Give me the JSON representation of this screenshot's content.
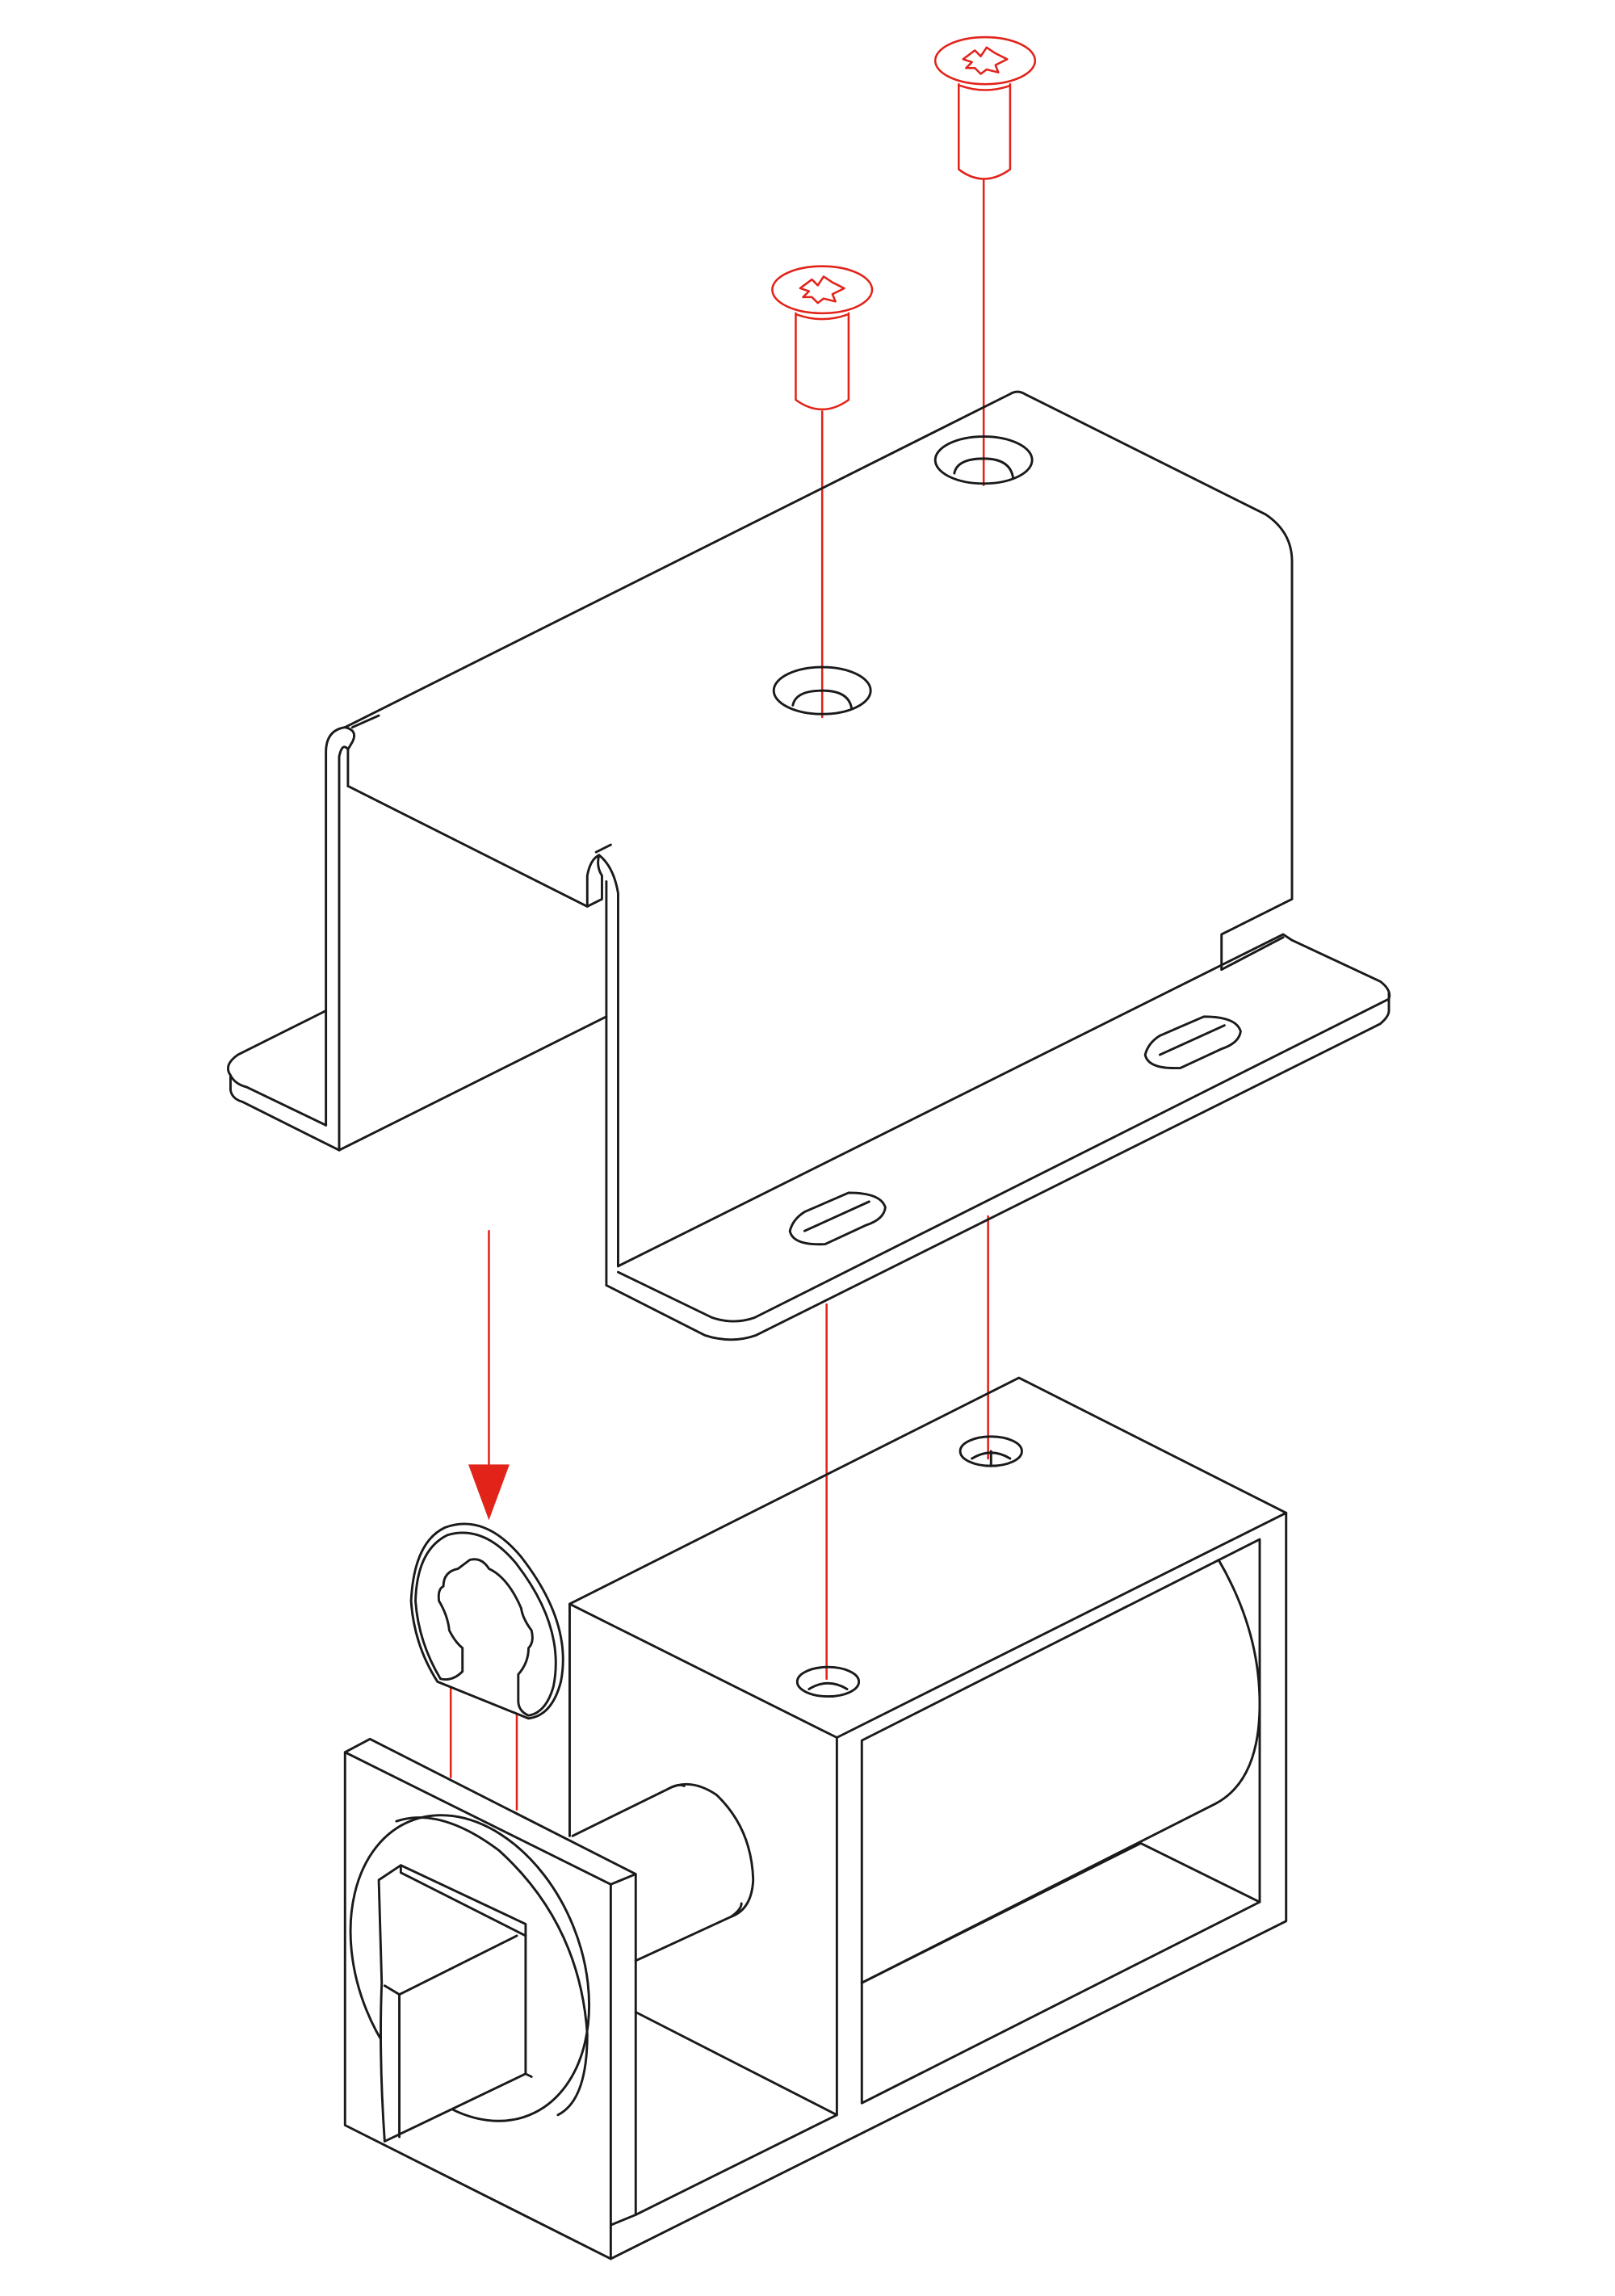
{
  "diagram": {
    "type": "exploded assembly illustration",
    "colors": {
      "line": "#1a1a1a",
      "accent": "#e2231a",
      "background": "#ffffff"
    },
    "parts": [
      {
        "id": "screw-1",
        "kind": "countersunk cross-head screw",
        "color": "accent"
      },
      {
        "id": "screw-2",
        "kind": "countersunk cross-head screw",
        "color": "accent"
      },
      {
        "id": "mounting-bracket",
        "kind": "U-shaped sheet metal bracket with slotted flanges",
        "color": "line"
      },
      {
        "id": "e-clip",
        "kind": "retaining E-clip",
        "color": "line"
      },
      {
        "id": "solenoid",
        "kind": "open-frame solenoid with plunger",
        "color": "line"
      }
    ],
    "assembly_arrow": {
      "direction": "down",
      "color": "accent"
    }
  }
}
